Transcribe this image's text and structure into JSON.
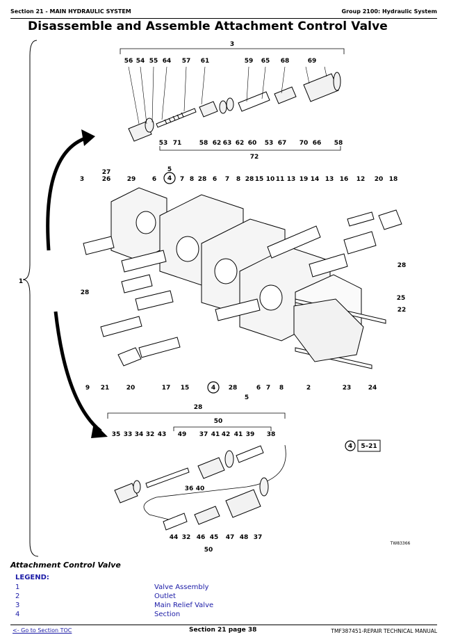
{
  "header": {
    "section": "Section 21 - MAIN HYDRAULIC SYSTEM",
    "group": "Group 2100: Hydraulic System"
  },
  "title": "Disassemble and Assemble Attachment Control Valve",
  "diagram": {
    "image_code": "TW83366",
    "reference": "5–21",
    "reference_callout": "4",
    "labels_top": [
      "3",
      "56",
      "54",
      "55",
      "64",
      "57",
      "61",
      "59",
      "65",
      "68",
      "69",
      "53",
      "71",
      "58",
      "62",
      "63",
      "62",
      "60",
      "53",
      "67",
      "70",
      "66",
      "58",
      "72"
    ],
    "labels_middle": [
      "27",
      "26",
      "29",
      "3",
      "5",
      "4",
      "6",
      "7",
      "8",
      "28",
      "6",
      "7",
      "8",
      "28",
      "15",
      "10",
      "11",
      "13",
      "19",
      "14",
      "13",
      "16",
      "12",
      "20",
      "18",
      "28",
      "25",
      "22",
      "1",
      "28",
      "9",
      "21",
      "20",
      "17",
      "15",
      "4",
      "28",
      "5",
      "6",
      "7",
      "8",
      "2",
      "23",
      "24"
    ],
    "labels_bottom": [
      "28",
      "50",
      "35",
      "33",
      "34",
      "32",
      "43",
      "49",
      "37",
      "41",
      "42",
      "41",
      "39",
      "38",
      "36",
      "40",
      "44",
      "32",
      "46",
      "45",
      "47",
      "48",
      "37",
      "50"
    ]
  },
  "caption": "Attachment Control Valve",
  "legend": {
    "title": "LEGEND:",
    "items": [
      {
        "num": "1",
        "text": "Valve Assembly"
      },
      {
        "num": "2",
        "text": "Outlet"
      },
      {
        "num": "3",
        "text": "Main Relief Valve"
      },
      {
        "num": "4",
        "text": "Section"
      }
    ]
  },
  "footer": {
    "toc_link": "<- Go to Section TOC",
    "page": "Section 21 page 38",
    "manual": "TMF387451-REPAIR TECHNICAL MANUAL"
  }
}
